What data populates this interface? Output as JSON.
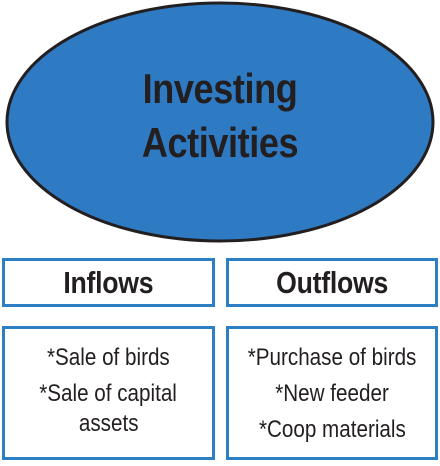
{
  "title": {
    "line1": "Investing",
    "line2": "Activities"
  },
  "colors": {
    "ellipse_fill": "#2e7bc4",
    "ellipse_stroke": "#231f20",
    "box_border": "#2d7fc3",
    "text": "#231f20"
  },
  "inflows": {
    "header": "Inflows",
    "items": [
      "*Sale of birds",
      "*Sale of capital",
      "assets"
    ]
  },
  "outflows": {
    "header": "Outflows",
    "items": [
      "*Purchase of birds",
      "*New feeder",
      "*Coop materials"
    ]
  }
}
